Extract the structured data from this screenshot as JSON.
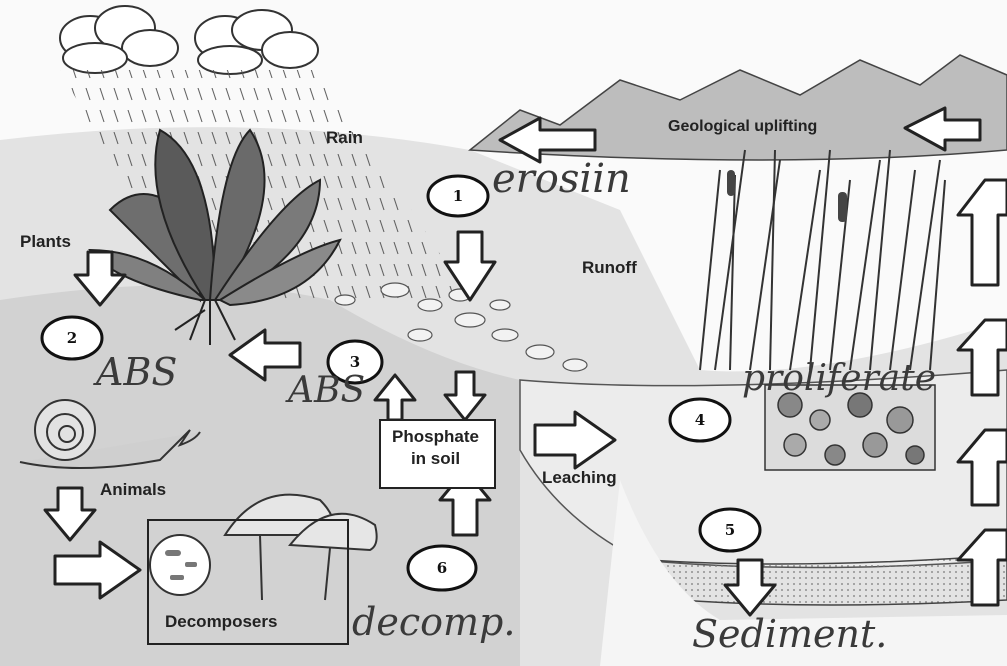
{
  "labels": {
    "rain": "Rain",
    "geological_uplifting": "Geological uplifting",
    "plants": "Plants",
    "runoff": "Runoff",
    "animals": "Animals",
    "leaching": "Leaching",
    "phosphate_in_soil_line1": "Phosphate",
    "phosphate_in_soil_line2": "in soil",
    "decomposers": "Decomposers"
  },
  "numbers": [
    "1",
    "2",
    "3",
    "4",
    "5",
    "6"
  ],
  "handwriting": {
    "erosion": "erosiin",
    "abs_left": "ABS",
    "abs_center": "ABS",
    "proliferate": "proliferate",
    "decomp": "decomp.",
    "sediment": "Sediment."
  },
  "colors": {
    "ink": "#222222",
    "background": "#ffffff",
    "shading": "#d9d9d9"
  }
}
